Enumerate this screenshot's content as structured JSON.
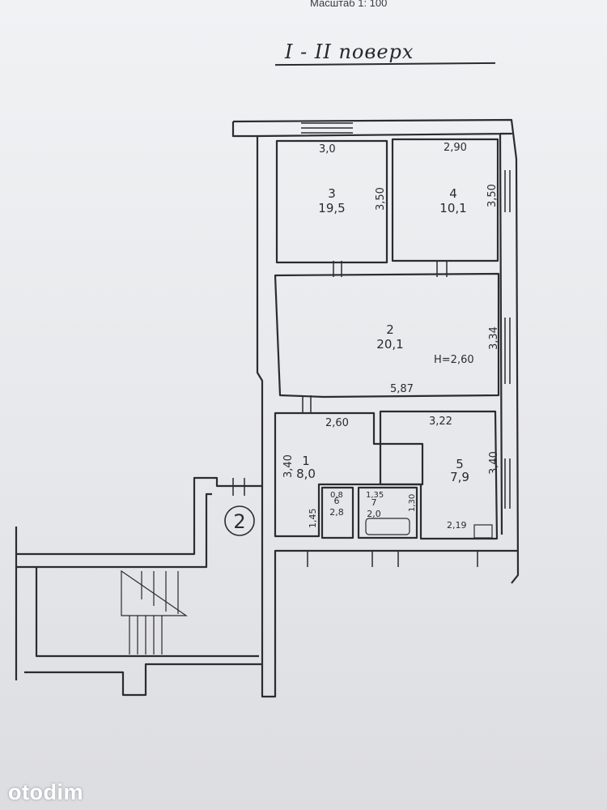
{
  "header": {
    "scale_label": "Масштаб 1: 100",
    "floor_title": "I - II поверх"
  },
  "rooms": [
    {
      "number": "1",
      "area": "8,0"
    },
    {
      "number": "2",
      "area": "20,1"
    },
    {
      "number": "3",
      "area": "19,5"
    },
    {
      "number": "4",
      "area": "10,1"
    },
    {
      "number": "5",
      "area": "7,9"
    },
    {
      "number": "6",
      "area": "2,8"
    },
    {
      "number": "7",
      "area": "2,0"
    }
  ],
  "dimensions": {
    "room3_width": "3,0",
    "room3_depth": "3,50",
    "room4_width": "2,90",
    "room4_depth": "3,50",
    "room2_depth": "3,34",
    "room2_length": "5,87",
    "ceiling_height": "H=2,60",
    "room1_width": "2,60",
    "room1_depth": "3,40",
    "room5_width": "3,22",
    "room5_depth": "3,40",
    "corridor_depth": "1,45",
    "wc_width": "0,8",
    "bath_width": "1,35",
    "bath_depth": "1,30",
    "kitchen_counter": "2,19"
  },
  "marker": {
    "label": "2"
  },
  "watermark": {
    "text": "otodim"
  },
  "colors": {
    "ink": "#2a2a30",
    "paper": "#eeeff1"
  }
}
